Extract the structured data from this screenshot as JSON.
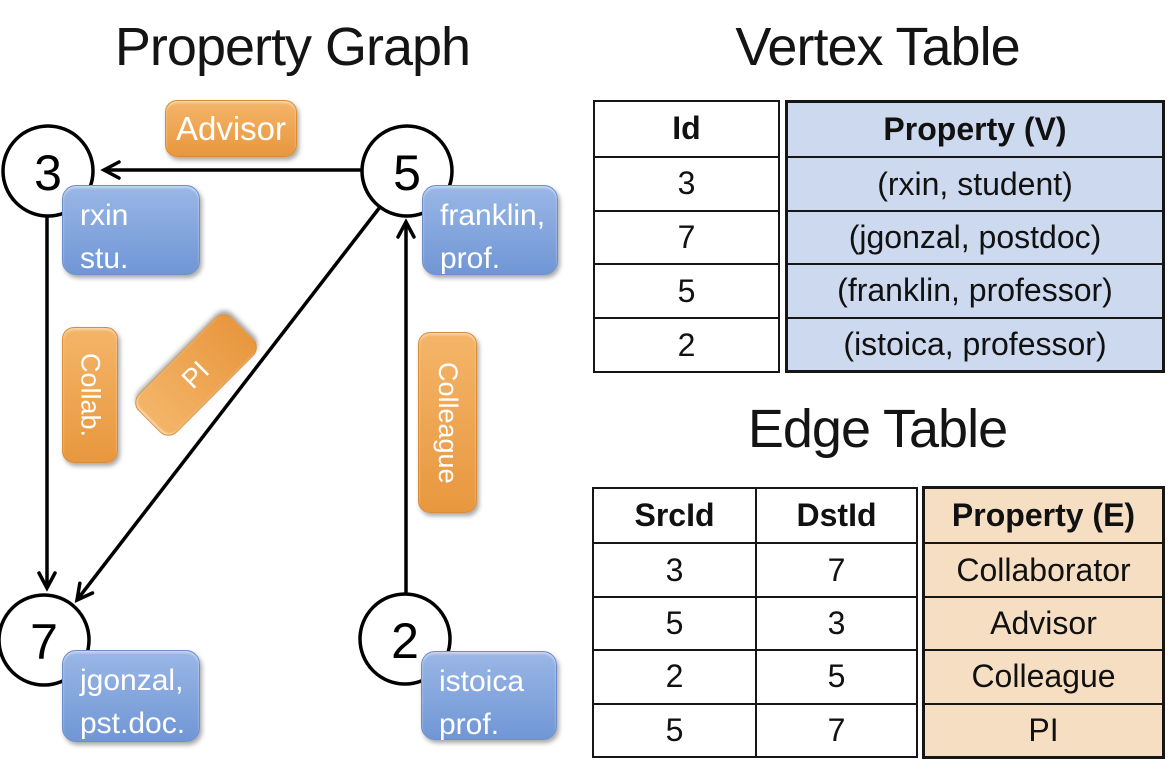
{
  "graph": {
    "title": "Property Graph",
    "nodes": [
      {
        "id": "3",
        "line1": "rxin",
        "line2": "stu."
      },
      {
        "id": "5",
        "line1": "franklin,",
        "line2": "prof."
      },
      {
        "id": "7",
        "line1": "jgonzal,",
        "line2": "pst.doc."
      },
      {
        "id": "2",
        "line1": "istoica",
        "line2": "prof."
      }
    ],
    "edge_labels": {
      "advisor": "Advisor",
      "collab": "Collab.",
      "pi": "PI",
      "colleague": "Colleague"
    }
  },
  "vertex_table": {
    "title": "Vertex Table",
    "id_header": "Id",
    "property_header": "Property (V)",
    "rows": [
      {
        "id": "3",
        "property": "(rxin, student)"
      },
      {
        "id": "7",
        "property": "(jgonzal, postdoc)"
      },
      {
        "id": "5",
        "property": "(franklin, professor)"
      },
      {
        "id": "2",
        "property": "(istoica, professor)"
      }
    ]
  },
  "edge_table": {
    "title": "Edge Table",
    "src_header": "SrcId",
    "dst_header": "DstId",
    "property_header": "Property (E)",
    "rows": [
      {
        "src": "3",
        "dst": "7",
        "property": "Collaborator"
      },
      {
        "src": "5",
        "dst": "3",
        "property": "Advisor"
      },
      {
        "src": "2",
        "dst": "5",
        "property": "Colleague"
      },
      {
        "src": "5",
        "dst": "7",
        "property": "PI"
      }
    ]
  },
  "colors": {
    "vertex_property_fill": "#ccd9ee",
    "edge_property_fill": "#f6dec3",
    "vertex_box_blue": "#7e9fd9",
    "edge_pill_orange": "#eda04f",
    "line_black": "#000000",
    "background": "#ffffff"
  }
}
